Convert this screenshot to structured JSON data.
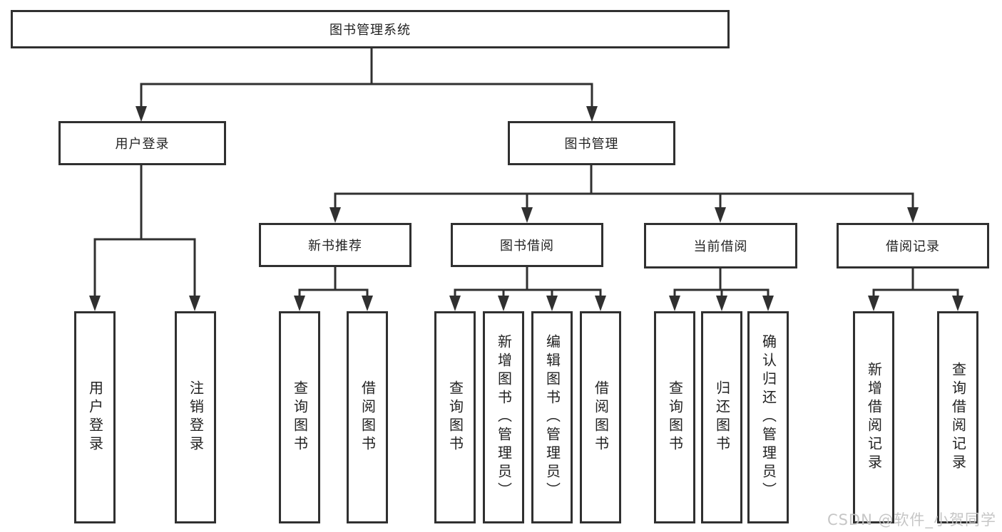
{
  "diagram": {
    "type": "tree",
    "tree": {
      "root": {
        "label": "图书管理系统"
      },
      "level2": [
        {
          "label": "用户登录",
          "children": [
            {
              "label": "用户登录"
            },
            {
              "label": "注销登录"
            }
          ]
        },
        {
          "label": "图书管理",
          "children": [
            {
              "label": "新书推荐",
              "children": [
                {
                  "label": "查询图书"
                },
                {
                  "label": "借阅图书"
                }
              ]
            },
            {
              "label": "图书借阅",
              "children": [
                {
                  "label": "查询图书"
                },
                {
                  "label": "新增图书（管理员）"
                },
                {
                  "label": "编辑图书（管理员）"
                },
                {
                  "label": "借阅图书"
                }
              ]
            },
            {
              "label": "当前借阅",
              "children": [
                {
                  "label": "查询图书"
                },
                {
                  "label": "归还图书"
                },
                {
                  "label": "确认归还（管理员）"
                }
              ]
            },
            {
              "label": "借阅记录",
              "children": [
                {
                  "label": "新增借阅记录"
                },
                {
                  "label": "查询借阅记录"
                }
              ]
            }
          ]
        }
      ]
    },
    "colors": {
      "line": "#303030",
      "box_background": "#ffffff",
      "text": "#222222",
      "watermark": "#c3c3c3"
    }
  },
  "watermark": {
    "text": "CSDN @软件_小贺同学"
  }
}
